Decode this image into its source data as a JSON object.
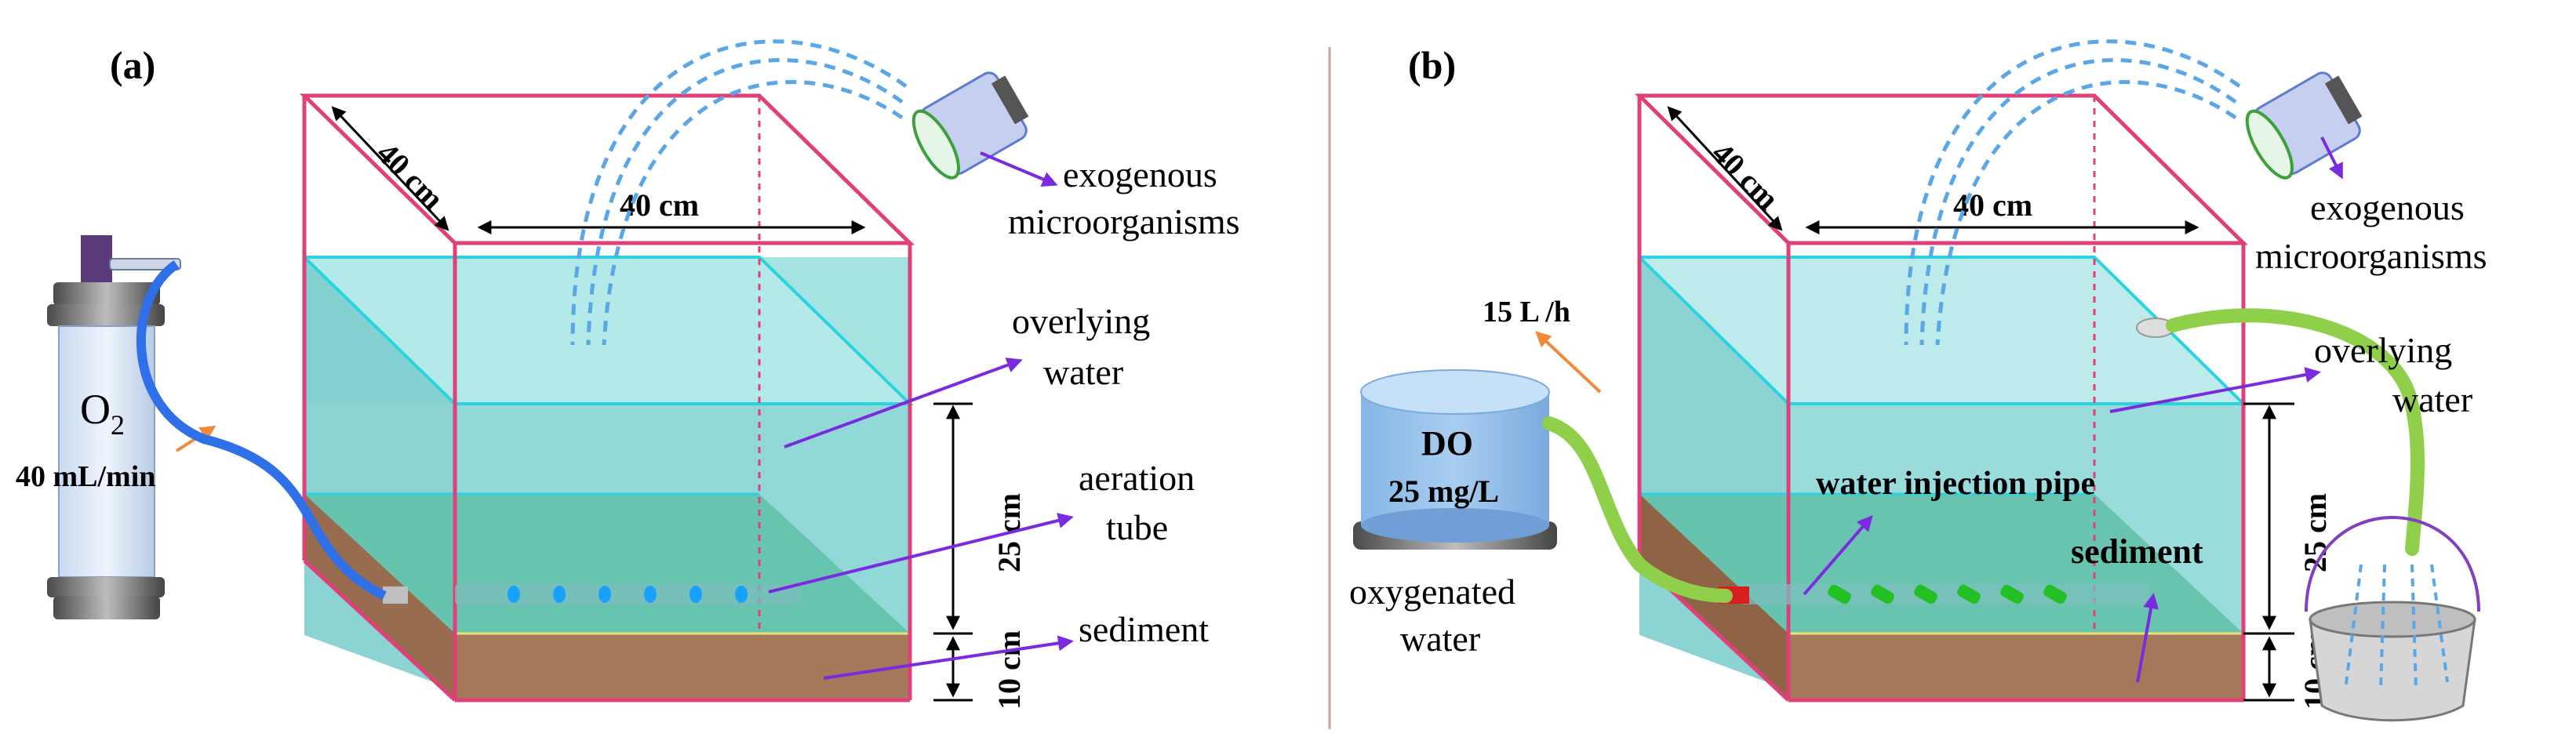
{
  "panel_a": {
    "label": "(a)",
    "tank_depth": "40 cm",
    "tank_width": "40 cm",
    "water_height": "25 cm",
    "sediment_height": "10 cm",
    "gas_label": "O",
    "gas_sub": "2",
    "flow_rate": "40 mL/min",
    "labels": {
      "exogenous_1": "exogenous",
      "exogenous_2": "microorganisms",
      "overlying_1": "overlying",
      "overlying_2": "water",
      "aeration_1": "aeration",
      "aeration_2": "tube",
      "sediment": "sediment"
    }
  },
  "panel_b": {
    "label": "(b)",
    "tank_depth": "40 cm",
    "tank_width": "40 cm",
    "water_height": "25 cm",
    "sediment_height": "10 cm",
    "tank_label_1": "DO",
    "tank_label_2": "25 mg/L",
    "flow_rate": "15 L /h",
    "labels": {
      "oxygenated_1": "oxygenated",
      "oxygenated_2": "water",
      "exogenous_1": "exogenous",
      "exogenous_2": "microorganisms",
      "overlying_1": "overlying",
      "overlying_2": "water",
      "injection_pipe": "water injection pipe",
      "sediment": "sediment"
    }
  },
  "colors": {
    "frame": "#e0407a",
    "water": "#8fd8d8",
    "water_edge": "#29d3e0",
    "sediment": "#a6795a",
    "aeration": "#1aa0ff",
    "pipe": "#8fcf4a",
    "hose": "#2f6fe8",
    "arrow": "#7a2be0",
    "orange_arrow": "#f08a3a",
    "divider": "#c9a0a0"
  }
}
